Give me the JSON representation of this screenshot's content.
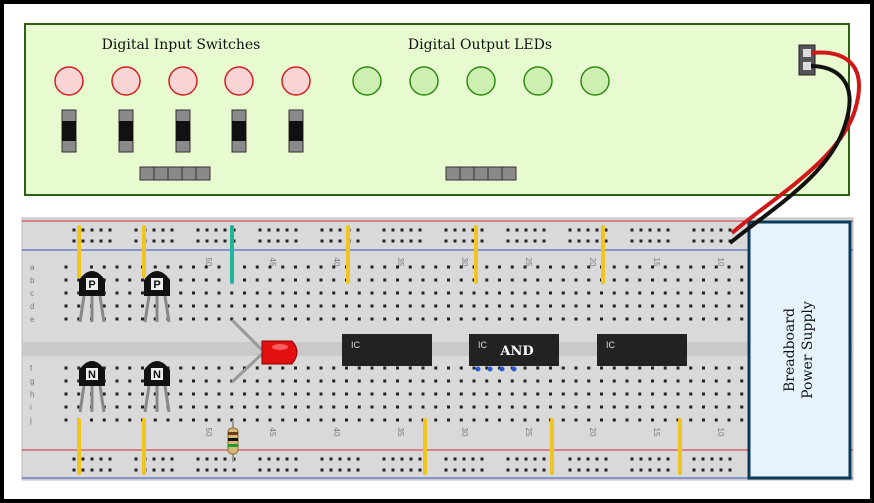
{
  "panel": {
    "switches_title": "Digital Input Switches",
    "leds_title": "Digital Output LEDs"
  },
  "breadboard": {
    "col_numbers": [
      "50",
      "45",
      "40",
      "35",
      "30",
      "25",
      "20",
      "15",
      "10"
    ],
    "rows_top": [
      "a",
      "b",
      "c",
      "d",
      "e"
    ],
    "rows_bottom": [
      "f",
      "g",
      "h",
      "i",
      "j"
    ]
  },
  "components": {
    "pnp_label": "P",
    "npn_label": "N",
    "ic_label": "IC",
    "gate_label": "AND"
  },
  "power_supply": {
    "line1": "Breadboard",
    "line2": "Power Supply"
  },
  "colors": {
    "panel_fill": "#e8fad0",
    "panel_border": "#2f5f10",
    "input_led": "#f9d4d4",
    "output_led": "#cdf0b2",
    "wire_yellow": "#f0c51e",
    "wire_teal": "#1fb59a",
    "wire_red": "#d01818",
    "led_red": "#e21010",
    "psu_fill": "#e6f3fb"
  }
}
